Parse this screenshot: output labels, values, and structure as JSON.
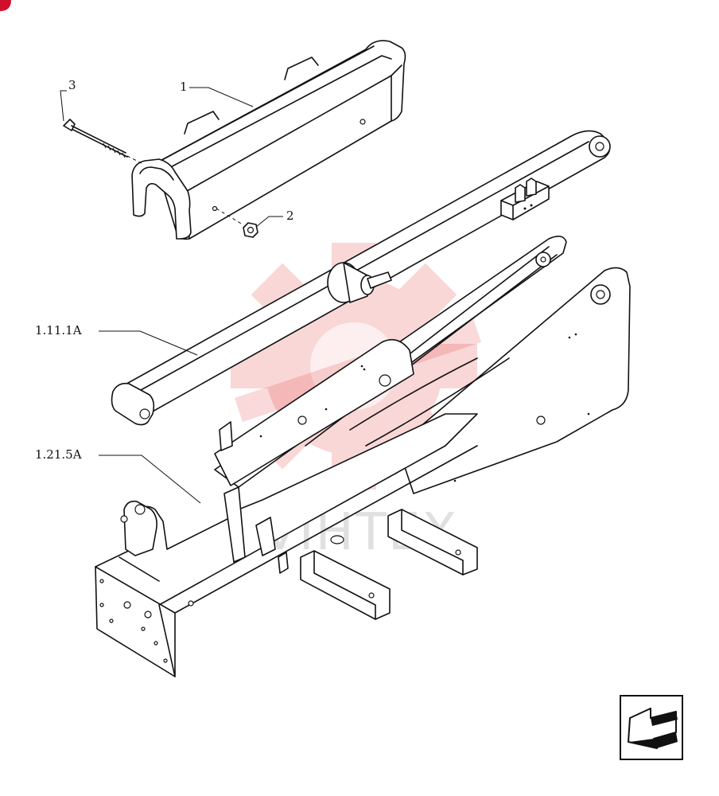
{
  "callouts": {
    "item_1": "1",
    "item_2": "2",
    "item_3": "3",
    "ref_cylinder": "1.11.1A",
    "ref_frame": "1.21.5A"
  },
  "watermark": {
    "text": "VIHTEX",
    "color": "#e02a2a"
  },
  "icons": {
    "corner_badge": "red-corner-badge",
    "navigation": "previous-page-arrow-icon"
  }
}
